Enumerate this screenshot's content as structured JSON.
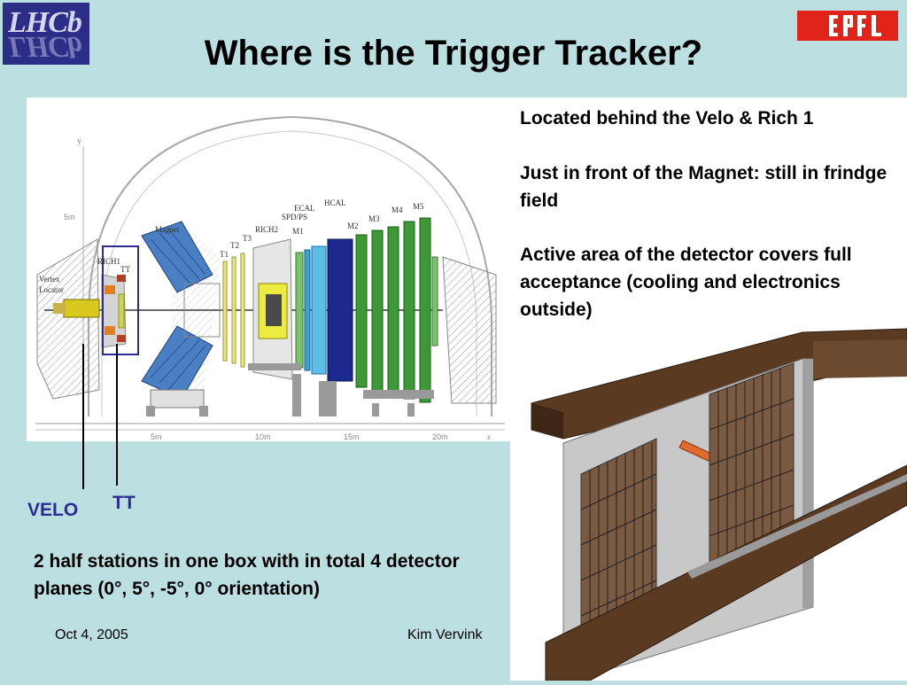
{
  "slide": {
    "title": "Where is the Trigger Tracker?"
  },
  "logos": {
    "lhcb": "LHCb",
    "lhcb_mirror": "LHCb",
    "epfl": "EPFL"
  },
  "bullets": [
    "Located behind the Velo & Rich 1",
    "Just in front of the Magnet: still in frindge field",
    "Active area of the detector covers full acceptance (cooling and electronics outside)"
  ],
  "labels": {
    "velo": "VELO",
    "tt": "TT"
  },
  "note": "2 half stations in one box with in total 4 detector planes (0°, 5°, -5°, 0° orientation)",
  "footer": {
    "date": "Oct 4, 2005",
    "author": "Kim Vervink"
  },
  "diagram": {
    "labels": [
      "Magnet",
      "RICH1",
      "TT",
      "Vertex",
      "Locator",
      "T1",
      "T2",
      "T3",
      "RICH2",
      "SPD/PS",
      "ECAL",
      "HCAL",
      "M1",
      "M2",
      "M3",
      "M4",
      "M5"
    ],
    "axis_y_label": "y",
    "axis_z_label": "z",
    "y_ticks": [
      "5m"
    ],
    "z_ticks": [
      "5m",
      "10m",
      "15m",
      "20m"
    ]
  },
  "colors": {
    "background": "#bcdfe1",
    "label_blue": "#2c2c95",
    "muon_green": "#3b9a35",
    "magnet_blue": "#4a7fc4",
    "epfl_red": "#e2231a"
  }
}
